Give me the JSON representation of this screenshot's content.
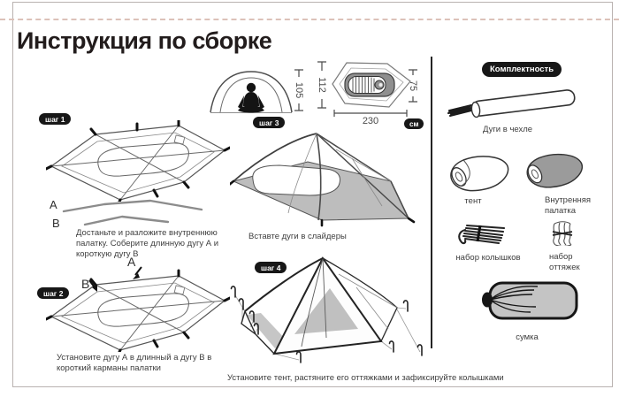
{
  "title": "Инструкция по сборке",
  "colors": {
    "badge_bg": "#171717",
    "line_art": "#4a4a4a",
    "shade_gray": "#bdbdbd",
    "dashed_line": "#dcc2b9"
  },
  "dimensions": {
    "height": "105",
    "width": "112",
    "inner_width": "75",
    "length": "230",
    "unit": "см"
  },
  "pole_labels": {
    "a": "A",
    "b": "B"
  },
  "steps": [
    {
      "badge": "шаг 1",
      "caption": "Достаньте и разложите внутреннюю палатку. Соберите длинную дугу А и короткую дугу В"
    },
    {
      "badge": "шаг 2",
      "caption": "Установите дугу А в длинный а дугу В в короткий карманы палатки"
    },
    {
      "badge": "шаг 3",
      "caption": "Вставте дуги в слайдеры"
    },
    {
      "badge": "шаг 4",
      "caption": "Установите тент, растяните его оттяжками и зафиксируйте колышками"
    }
  ],
  "kit": {
    "header": "Комплектность",
    "items": [
      {
        "name": "poles-in-case",
        "label": "Дуги в чехле"
      },
      {
        "name": "flysheet",
        "label": "тент"
      },
      {
        "name": "inner-tent",
        "label": "Внутренняя палатка"
      },
      {
        "name": "stake-set",
        "label": "набор колышков"
      },
      {
        "name": "guyline-set",
        "label": "набор оттяжек"
      },
      {
        "name": "bag",
        "label": "сумка"
      }
    ]
  }
}
